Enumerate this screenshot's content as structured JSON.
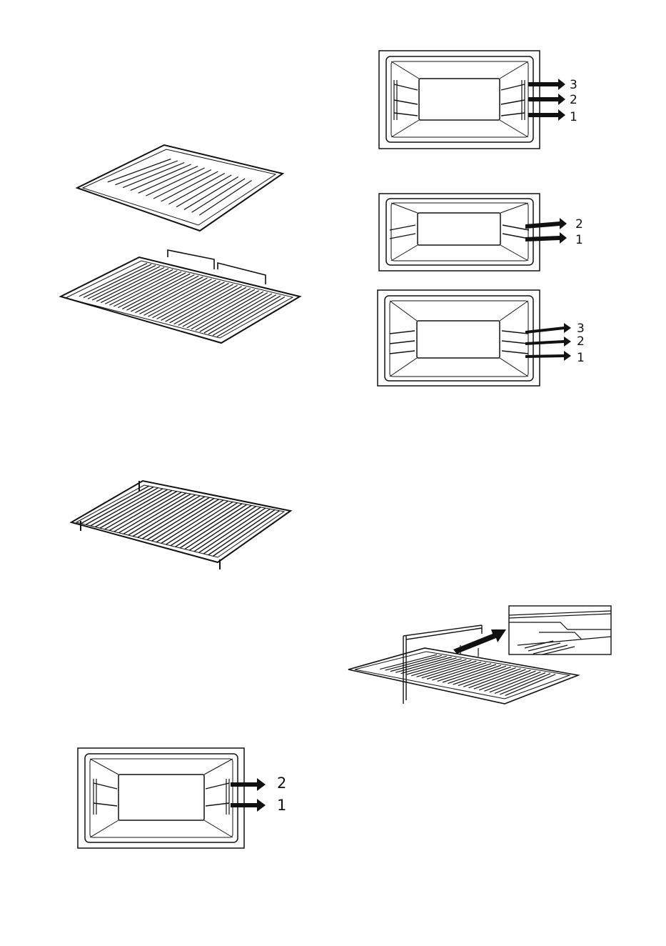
{
  "figures": {
    "oven_front_top": {
      "levels": [
        "3",
        "2",
        "1"
      ]
    },
    "oven_front_mid": {
      "levels": [
        "2",
        "1"
      ]
    },
    "oven_front_lower": {
      "levels": [
        "3",
        "2",
        "1"
      ]
    },
    "oven_front_bottom": {
      "levels": [
        "2",
        "1"
      ]
    }
  },
  "colors": {
    "line": "#111111",
    "panel": "#ffffff"
  }
}
